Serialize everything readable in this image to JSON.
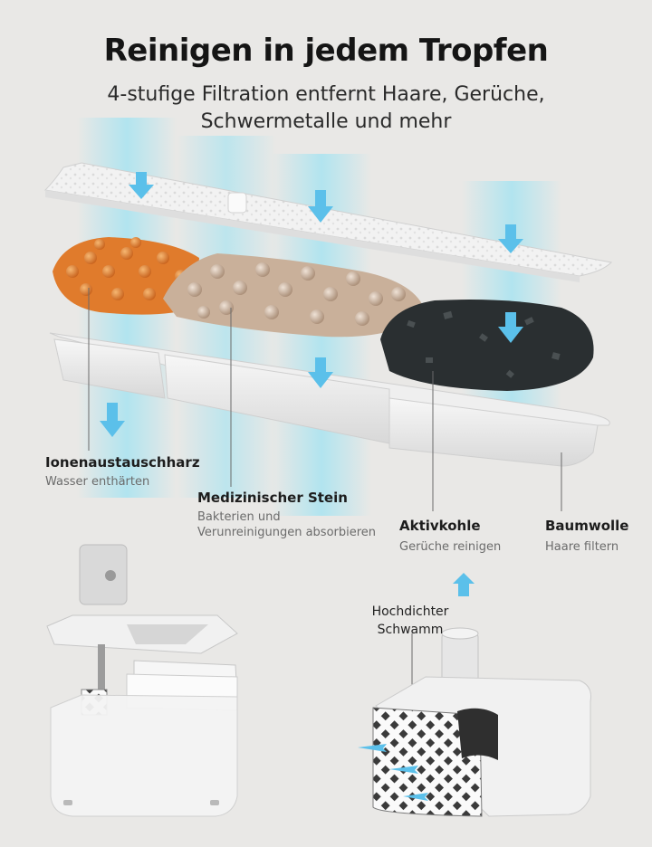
{
  "header": {
    "title": "Reinigen in jedem Tropfen",
    "subtitle": "4-stufige Filtration entfernt Haare, Gerüche, Schwermetalle und mehr"
  },
  "layers": [
    {
      "name": "Ionenaustauschharz",
      "desc": "Wasser enthärten"
    },
    {
      "name": "Medizinischer Stein",
      "desc": "Bakterien und Verunreinigungen absorbieren"
    },
    {
      "name": "Aktivkohle",
      "desc": "Gerüche reinigen"
    },
    {
      "name": "Baumwolle",
      "desc": "Haare filtern"
    }
  ],
  "pump": {
    "label": "Hochdichter Schwamm"
  },
  "colors": {
    "resin": "#e07b2c",
    "stone": "#c9b09a",
    "carbon": "#2a2f31",
    "water": "#9fe3f2",
    "arrow": "#5bc0ea"
  }
}
